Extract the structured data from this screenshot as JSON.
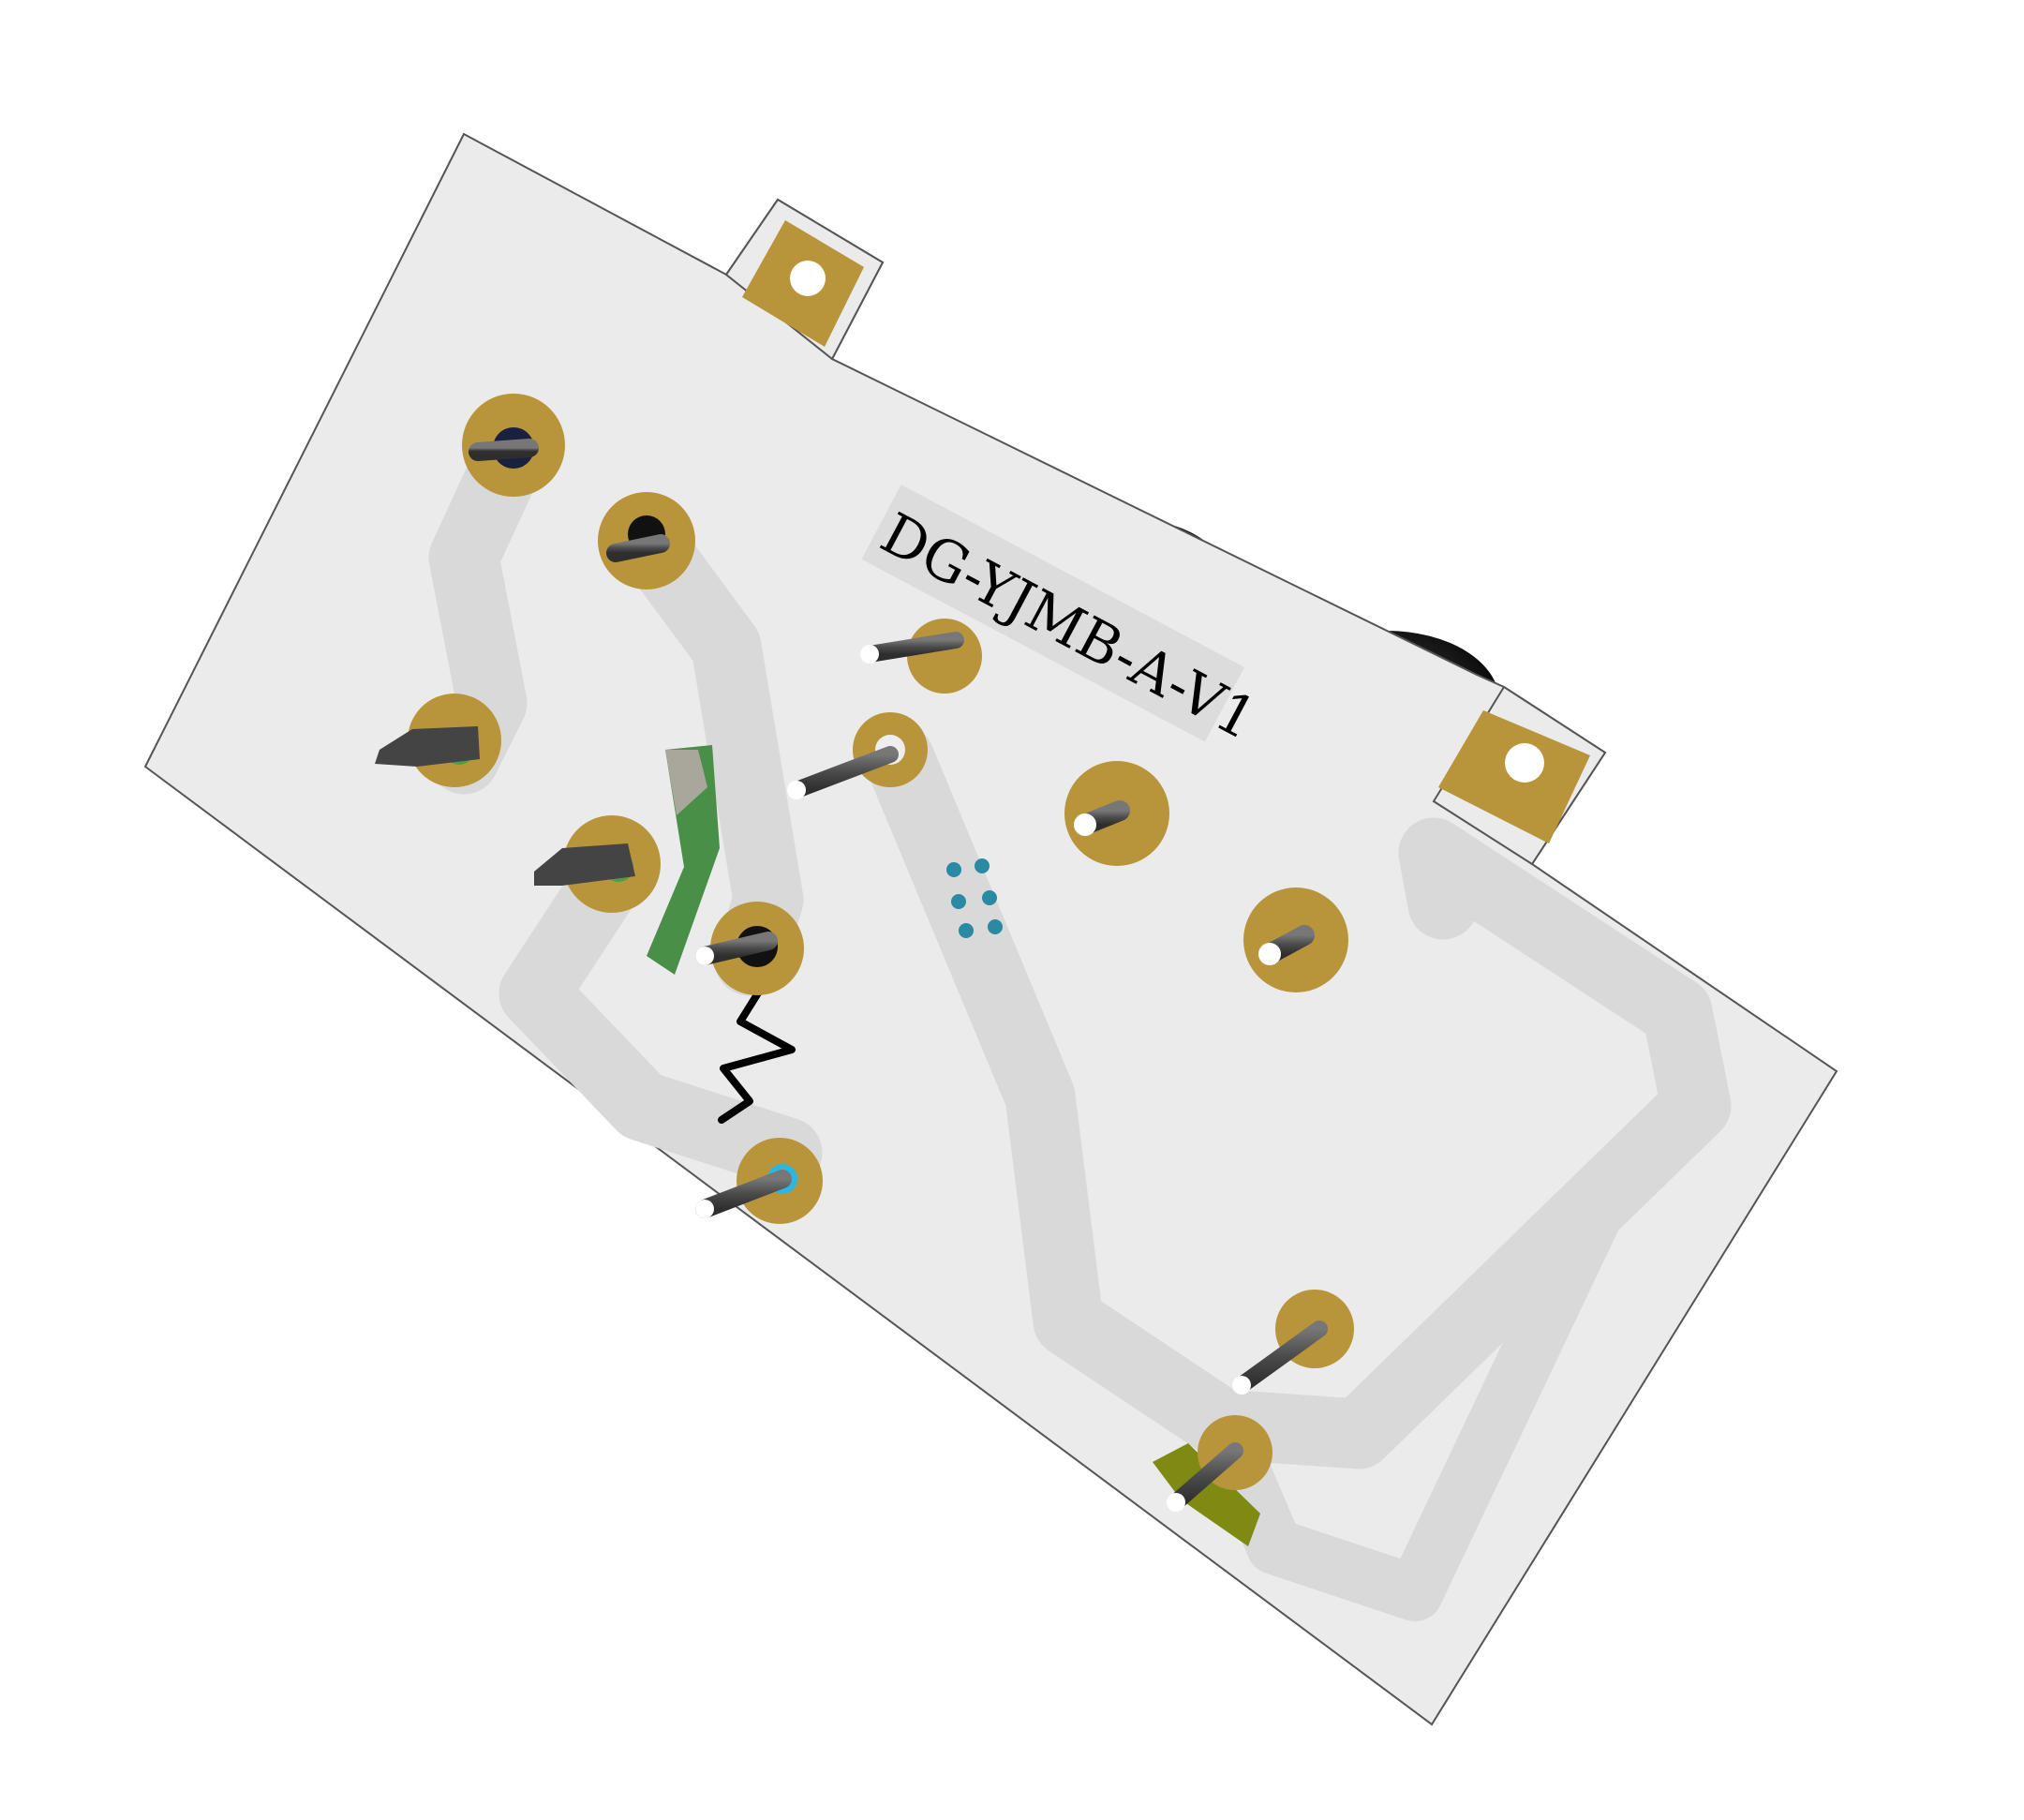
{
  "board": {
    "silkscreen_label": "DG-YJMB-A-V1"
  },
  "colors": {
    "background": "#ffffff",
    "substrate": "#ebebeb",
    "trace": "#d9d9d9",
    "pad_gold": "#b8953a",
    "pin_dark": "#4a4a4a",
    "pin_tip": "#ffffff",
    "component_black": "#111111",
    "green_part": "#4a8f48",
    "olive_part": "#7f8a12",
    "teal_vias": "#2a8aa4",
    "silkscreen": "#000000"
  },
  "icons": {
    "mounting_tab": "gold-tab-with-hole",
    "through_hole_pad": "gold-ring-pad",
    "resistor_symbol": "zigzag-silkscreen",
    "capacitor": "black-cylinder"
  }
}
